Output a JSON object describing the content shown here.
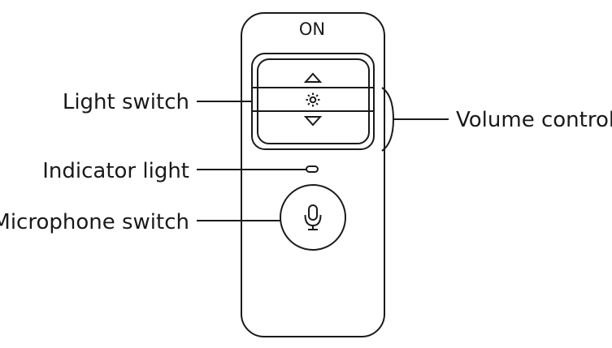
{
  "device": {
    "power_label": "ON"
  },
  "callouts": {
    "light_switch": "Light switch",
    "indicator_light": "Indicator light",
    "microphone_switch": "Microphone switch",
    "volume_control": "Volume control"
  },
  "icons": {
    "up_arrow": "triangle-up-icon",
    "light": "light-bulb-icon",
    "down_arrow": "triangle-down-icon",
    "microphone": "microphone-icon"
  },
  "colors": {
    "line": "#1a1a1a",
    "background": "#ffffff"
  }
}
